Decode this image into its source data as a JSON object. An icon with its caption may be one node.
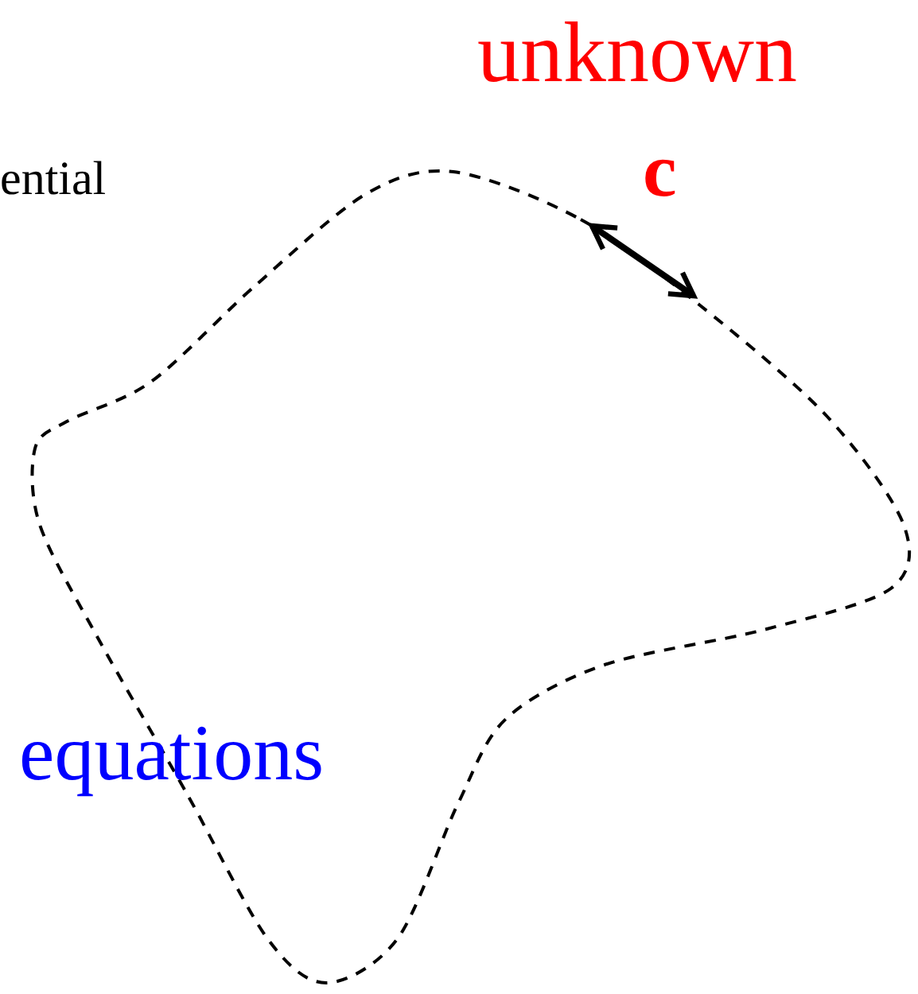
{
  "diagram": {
    "labels": [
      "unknown",
      "c",
      "ential",
      "equations"
    ]
  }
}
